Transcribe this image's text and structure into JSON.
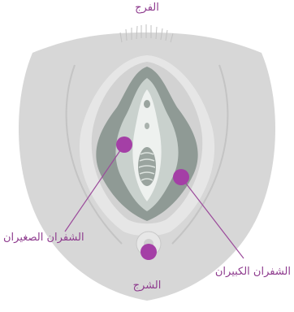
{
  "title": "الفرج",
  "labels": {
    "labia_minora": "الشفران الصغيران",
    "labia_majora": "الشفران الكبيران",
    "anus": "الشرج"
  },
  "colors": {
    "label_text": "#8e3b8e",
    "marker": "#a43fa6",
    "leader_line": "#9b4a9b",
    "skin_outer": "#d6d6d6",
    "skin_inner": "#e4e4e4",
    "fold_shadow": "#bdbdbd",
    "labia_minora_fill": "#8f9a95",
    "labia_inner": "#c9d1cd",
    "vestibule": "#eef1ef"
  }
}
